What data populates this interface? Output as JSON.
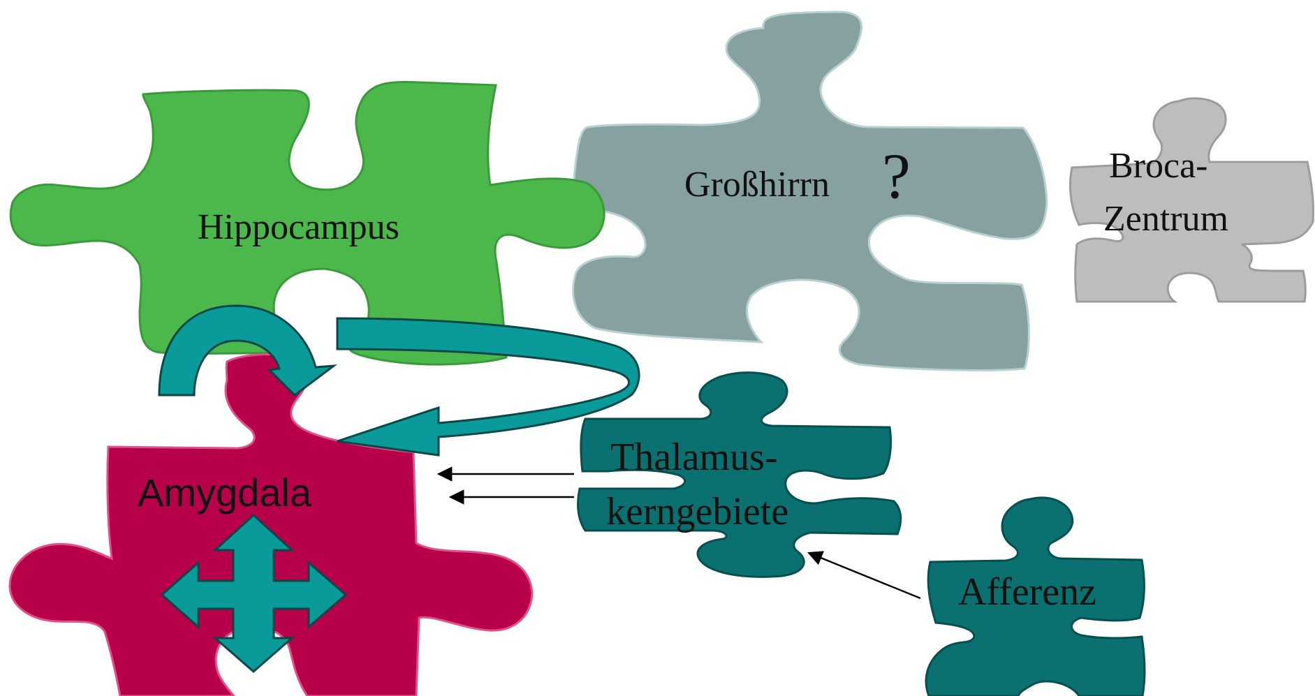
{
  "colors": {
    "hippocampus": "#4cb84c",
    "hippocampus_edge": "#3a9a3a",
    "grosshirn": "#87a1a1",
    "grosshirn_edge": "#b9d0d0",
    "broca": "#bdbdbd",
    "broca_edge": "#9c9c9c",
    "amygdala": "#b8004a",
    "amygdala_edge": "#e0508a",
    "thalamus": "#0a7070",
    "afferenz": "#0a7070",
    "arrow_fill": "#0a9a9a",
    "arrow_stroke": "#0a4848",
    "thin_arrow": "#000000"
  },
  "pieces": {
    "hippocampus": {
      "label": "Hippocampus",
      "icon": "puzzle-piece-icon"
    },
    "grosshirn": {
      "label": "Großhirrn",
      "mark": "?",
      "icon": "puzzle-piece-icon"
    },
    "broca": {
      "line1": "Broca-",
      "line2": "Zentrum",
      "icon": "puzzle-piece-icon"
    },
    "amygdala": {
      "label": "Amygdala",
      "icon": "puzzle-piece-icon"
    },
    "thalamus": {
      "line1": "Thalamus-",
      "line2": "kerngebiete",
      "icon": "puzzle-piece-icon"
    },
    "afferenz": {
      "label": "Afferenz",
      "icon": "puzzle-piece-icon"
    }
  },
  "arrows": {
    "hippocampus_to_amygdala": "curved-arrow-icon",
    "thalamus_loop_to_amygdala": "loop-arrow-icon",
    "amygdala_four_way": "four-way-arrow-icon",
    "thalamus_to_amygdala_lines": "thin-arrow-icon",
    "afferenz_to_thalamus": "thin-arrow-icon"
  }
}
